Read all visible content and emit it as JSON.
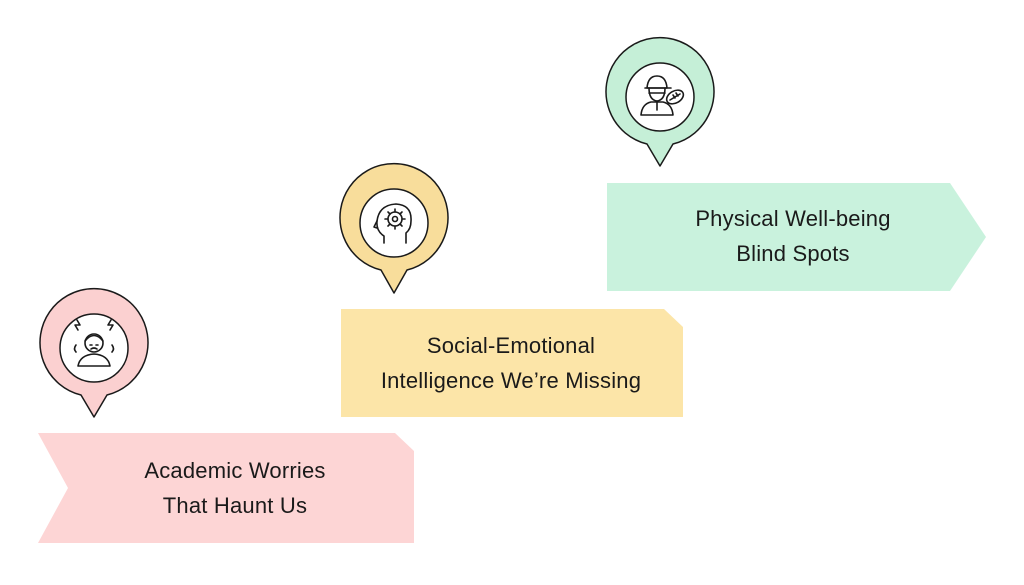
{
  "steps": [
    {
      "id": "academic",
      "line1": "Academic Worries",
      "line2": "That Haunt Us",
      "icon": "stressed-person-icon",
      "color": "#fdd5d5",
      "pin_color": "#fbd0d0"
    },
    {
      "id": "social-emotional",
      "line1": "Social-Emotional",
      "line2": "Intelligence We’re Missing",
      "icon": "head-gear-icon",
      "color": "#fce5a8",
      "pin_color": "#f8dd9b"
    },
    {
      "id": "physical",
      "line1": "Physical Well-being",
      "line2": "Blind Spots",
      "icon": "athlete-cap-ball-icon",
      "color": "#c9f2dd",
      "pin_color": "#c5efd7"
    }
  ],
  "colors": {
    "outline": "#1a1a1a",
    "background": "#ffffff"
  }
}
